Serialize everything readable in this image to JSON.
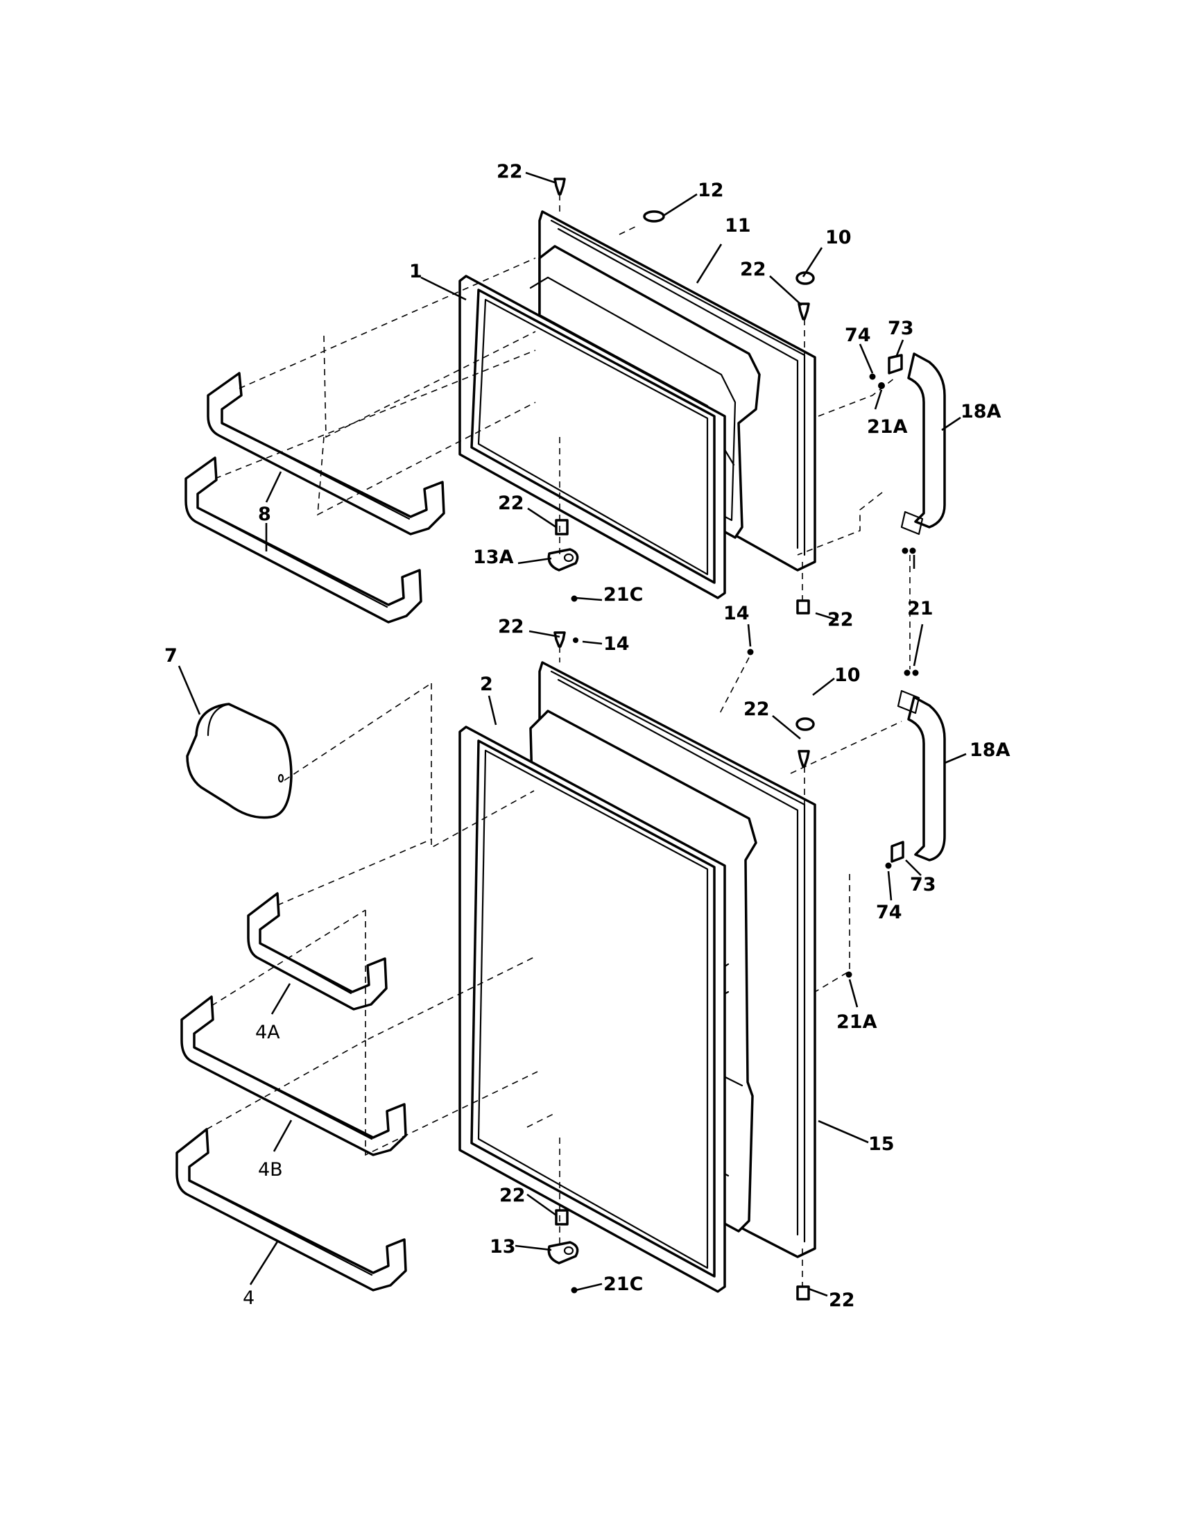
{
  "callouts": {
    "c22_top": "22",
    "c12": "12",
    "c11": "11",
    "c10_top": "10",
    "c22_top_right": "22",
    "c1": "1",
    "c74_top": "74",
    "c73_top": "73",
    "c18A_top": "18A",
    "c21A_top": "21A",
    "c8": "8",
    "c22_top_hinge": "22",
    "c13A": "13A",
    "c21C_top": "21C",
    "c14_right": "14",
    "c22_top_bottom": "22",
    "c21": "21",
    "c7": "7",
    "c22_mid": "22",
    "c14_mid": "14",
    "c2": "2",
    "c10_bottom": "10",
    "c22_bottom_right": "22",
    "c18A_bottom": "18A",
    "c73_bottom": "73",
    "c74_bottom": "74",
    "c21A_bottom": "21A",
    "c4A": "4A",
    "c4B": "4B",
    "c15": "15",
    "c22_low_hinge": "22",
    "c13": "13",
    "c21C_bottom": "21C",
    "c4": "4",
    "c22_bottom": "22"
  },
  "colors": {
    "line": "#000000",
    "background": "#ffffff"
  }
}
